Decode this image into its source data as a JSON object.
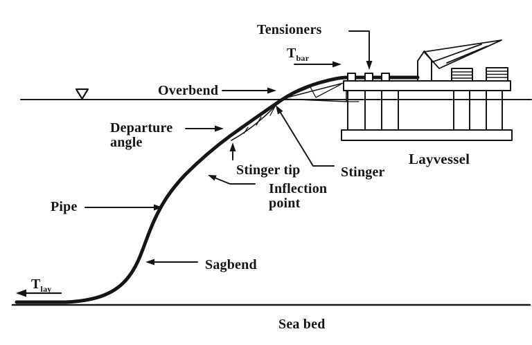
{
  "figure": {
    "type": "s-lay-pipeline-installation-diagram",
    "background_color": "#ffffff",
    "ink_color": "#151515",
    "labels": {
      "tensioners": "Tensioners",
      "t_bar": {
        "symbol": "T",
        "subscript": "bar"
      },
      "overbend": "Overbend",
      "departure_angle": {
        "line1": "Departure",
        "line2": "angle"
      },
      "stinger_tip": "Stinger tip",
      "stinger": "Stinger",
      "inflection_point": {
        "line1": "Inflection",
        "line2": "point"
      },
      "layvessel": "Layvessel",
      "pipe": "Pipe",
      "sagbend": "Sagbend",
      "t_lay": {
        "symbol": "T",
        "subscript": "lay"
      },
      "sea_bed": "Sea bed"
    }
  }
}
